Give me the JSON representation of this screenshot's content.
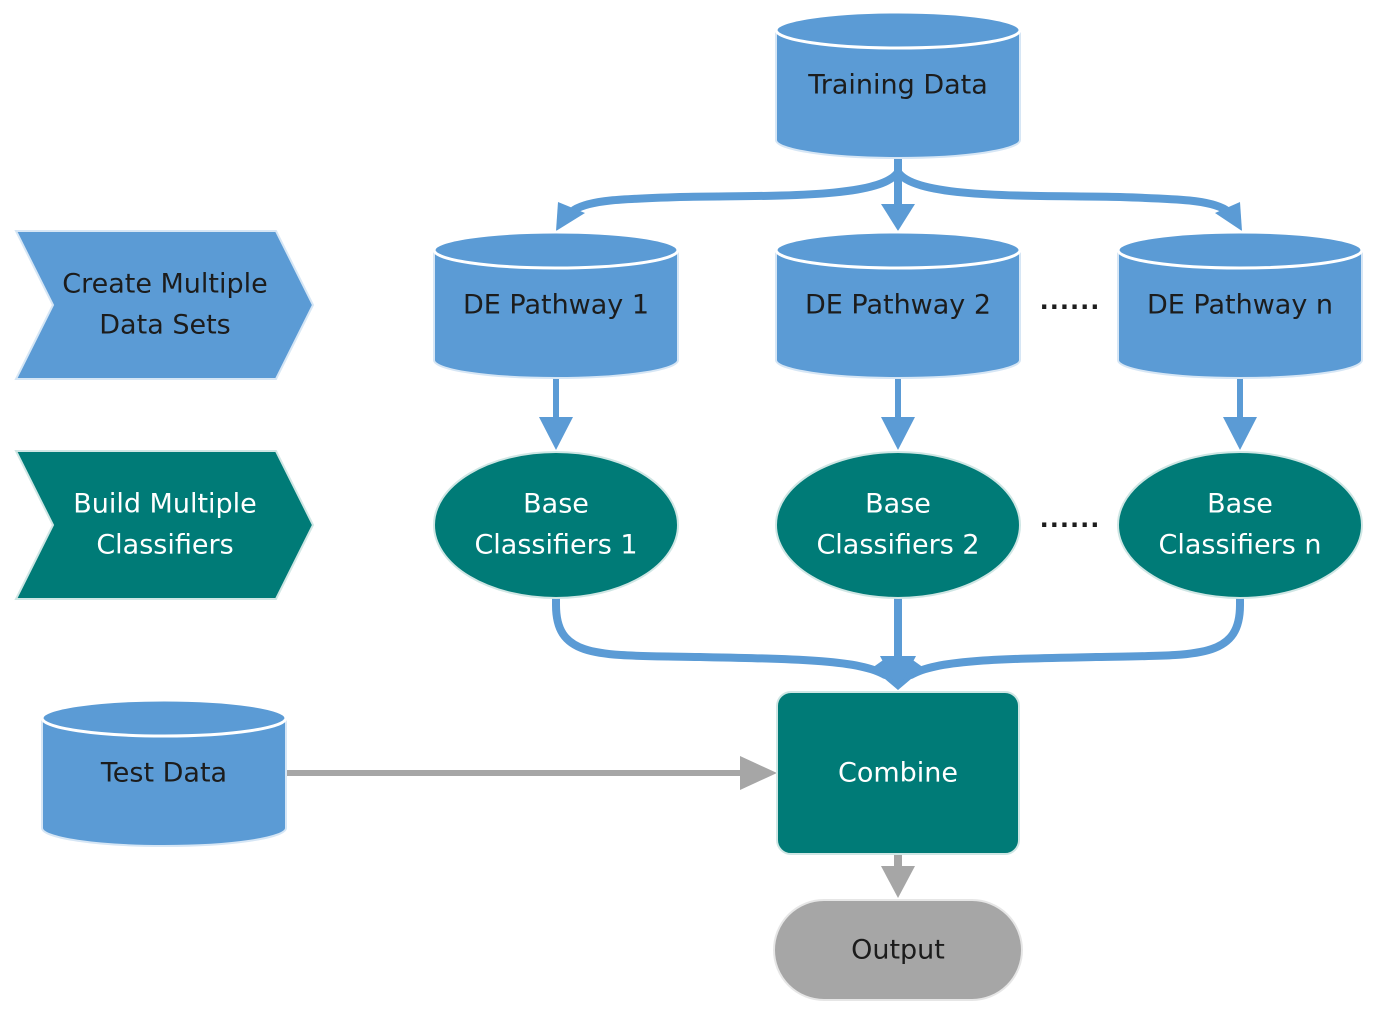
{
  "colors": {
    "blue": "#5b9bd5",
    "blue_stroke": "#d6e6f5",
    "teal": "#007b77",
    "gray": "#a6a6a6",
    "arrow_blue": "#5b9bd5",
    "arrow_gray": "#a6a6a6"
  },
  "nodes": {
    "training_data": "Training Data",
    "pathway_1": "DE Pathway 1",
    "pathway_2": "DE Pathway 2",
    "pathway_n": "DE Pathway n",
    "classifier_1": [
      "Base",
      "Classifiers 1"
    ],
    "classifier_2": [
      "Base",
      "Classifiers 2"
    ],
    "classifier_n": [
      "Base",
      "Classifiers n"
    ],
    "test_data": "Test Data",
    "combine": "Combine",
    "output": "Output",
    "ellipsis": "......"
  },
  "steps": {
    "create": [
      "Create Multiple",
      "Data Sets"
    ],
    "build": [
      "Build Multiple",
      "Classifiers"
    ]
  }
}
